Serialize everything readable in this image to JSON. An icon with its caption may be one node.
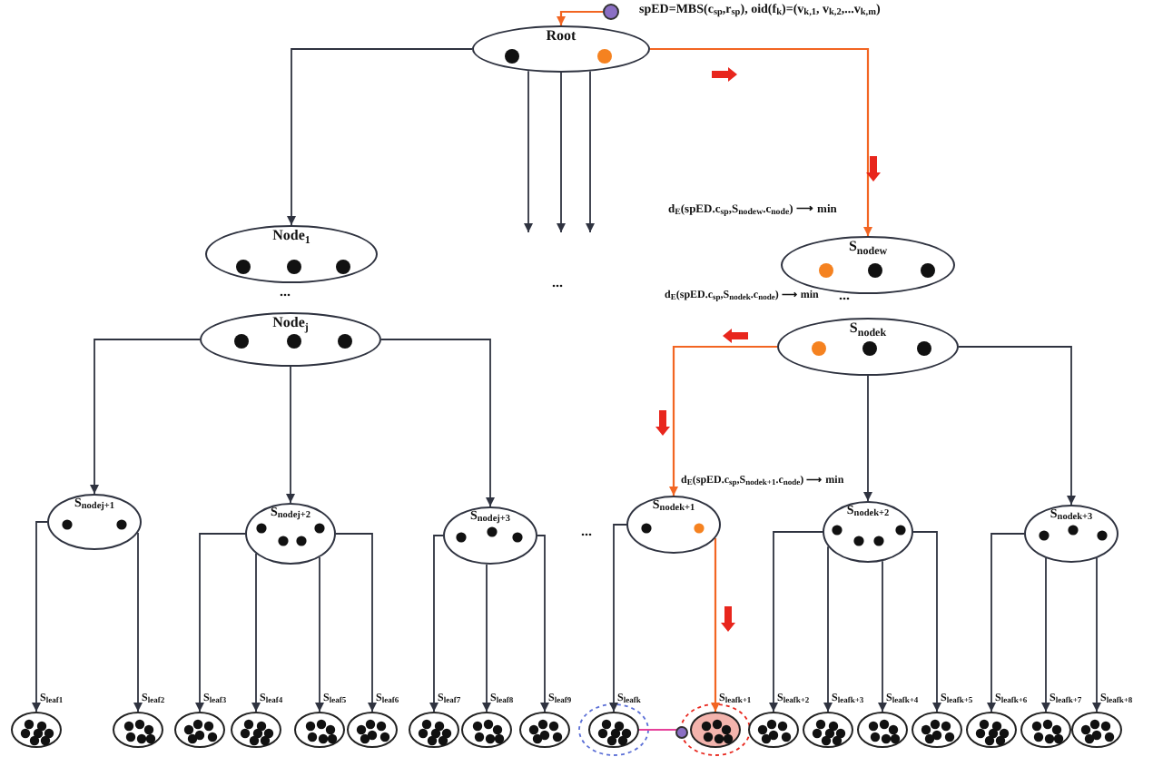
{
  "diagram": {
    "nodes": [
      {
        "text": [
          "Root"
        ]
      },
      {
        "text": [
          "Node$_{1}$"
        ]
      },
      {
        "text": [
          "Node$_{j}$"
        ]
      },
      {
        "text": [
          "S$_{nodew}$"
        ]
      },
      {
        "text": [
          "S$_{nodek}$"
        ]
      },
      {
        "text": [
          "S$_{nodej+1}$"
        ]
      },
      {
        "text": [
          "S$_{nodej+2}$"
        ]
      },
      {
        "text": [
          "S$_{nodej+3}$"
        ]
      },
      {
        "text": [
          "S$_{nodek+1}$"
        ]
      },
      {
        "text": [
          "S$_{nodek+2}$"
        ]
      },
      {
        "text": [
          "S$_{nodek+3}$"
        ]
      },
      {
        "text": [],
        "shape": "circle",
        "beside": [
          "S$_{leaf1}$"
        ]
      },
      {
        "text": [],
        "shape": "circle",
        "beside": [
          "S$_{leaf2}$"
        ]
      },
      {
        "text": [],
        "shape": "circle",
        "beside": [
          "S$_{leaf3}$"
        ]
      },
      {
        "text": [],
        "shape": "circle",
        "beside": [
          "S$_{leaf4}$"
        ]
      },
      {
        "text": [],
        "shape": "circle",
        "beside": [
          "S$_{leaf5}$"
        ]
      },
      {
        "text": [],
        "shape": "circle",
        "beside": [
          "S$_{leaf6}$"
        ]
      },
      {
        "text": [],
        "shape": "circle",
        "beside": [
          "S$_{leaf7}$"
        ]
      },
      {
        "text": [],
        "shape": "circle",
        "beside": [
          "S$_{leaf8}$"
        ]
      },
      {
        "text": [],
        "shape": "circle",
        "beside": [
          "S$_{leaf9}$"
        ]
      },
      {
        "text": [],
        "shape": "circle",
        "beside": [
          "S$_{leafk}$"
        ]
      },
      {
        "text": [],
        "shape": "circle",
        "beside": [
          "S$_{leafk+1}$"
        ]
      },
      {
        "text": [],
        "shape": "circle",
        "beside": [
          "S$_{leafk+2}$"
        ]
      },
      {
        "text": [],
        "shape": "circle",
        "beside": [
          "S$_{leafk+3}$"
        ]
      },
      {
        "text": [],
        "shape": "circle",
        "beside": [
          "S$_{leafk+4}$"
        ]
      },
      {
        "text": [],
        "shape": "circle",
        "beside": [
          "S$_{leafk+5}$"
        ]
      },
      {
        "text": [],
        "shape": "circle",
        "beside": [
          "S$_{leafk+6}$"
        ]
      },
      {
        "text": [],
        "shape": "circle",
        "beside": [
          "S$_{leafk+7}$"
        ]
      },
      {
        "text": [],
        "shape": "circle",
        "beside": [
          "S$_{leafk+8}$"
        ]
      },
      {
        "text": [],
        "shape": "circle"
      },
      {
        "text": [],
        "shape": "circle"
      }
    ],
    "edges": [
      {
        "from": 0,
        "to": 1,
        "arrow": "to"
      },
      {
        "from": 0,
        "to": null,
        "arrow": "to"
      },
      {
        "from": 0,
        "to": null,
        "arrow": "to"
      },
      {
        "from": 0,
        "to": null,
        "arrow": "to"
      },
      {
        "from": 0,
        "to": 3,
        "arrow": "to",
        "color": "#f26522"
      },
      {
        "from": 2,
        "to": 5,
        "arrow": "to"
      },
      {
        "from": 2,
        "to": 6,
        "arrow": "to"
      },
      {
        "from": 2,
        "to": 7,
        "arrow": "to"
      },
      {
        "from": 4,
        "to": 8,
        "arrow": "to",
        "color": "#f26522"
      },
      {
        "from": 4,
        "to": 9,
        "arrow": "to"
      },
      {
        "from": 4,
        "to": 10,
        "arrow": "to"
      },
      {
        "from": 5,
        "to": 11,
        "arrow": "to"
      },
      {
        "from": 5,
        "to": 12,
        "arrow": "to"
      },
      {
        "from": 6,
        "to": 13,
        "arrow": "to"
      },
      {
        "from": 6,
        "to": 14,
        "arrow": "to"
      },
      {
        "from": 6,
        "to": 15,
        "arrow": "to"
      },
      {
        "from": 6,
        "to": 16,
        "arrow": "to"
      },
      {
        "from": 7,
        "to": 17,
        "arrow": "to"
      },
      {
        "from": 7,
        "to": 18,
        "arrow": "to"
      },
      {
        "from": 7,
        "to": 19,
        "arrow": "to"
      },
      {
        "from": 8,
        "to": 20,
        "arrow": "to"
      },
      {
        "from": 8,
        "to": 21,
        "arrow": "to",
        "color": "#f26522"
      },
      {
        "from": 9,
        "to": 22,
        "arrow": "to"
      },
      {
        "from": 9,
        "to": 23,
        "arrow": "to"
      },
      {
        "from": 9,
        "to": 24,
        "arrow": "to"
      },
      {
        "from": 9,
        "to": 25,
        "arrow": "to"
      },
      {
        "from": 10,
        "to": 26,
        "arrow": "to"
      },
      {
        "from": 10,
        "to": 27,
        "arrow": "to"
      },
      {
        "from": 10,
        "to": 28,
        "arrow": "to"
      },
      {
        "from": 29,
        "to": 0,
        "arrow": "to",
        "color": "#f26522"
      },
      {
        "from": 20,
        "to": 30,
        "arrow": "none",
        "color": "#e6409a"
      }
    ],
    "labels": [
      "spED=MBS(c$_{sp}$,r$_{sp}$), oid(f$_{k}$)=(v$_{k,1}$, v$_{k,2}$,...v$_{k,m}$)",
      "d$_{E}$(spED.c$_{sp}$,S$_{nodew}$.c$_{node}$) ⟶ min",
      "d$_{E}$(spED.c$_{sp}$,S$_{nodek}$.c$_{node}$) ⟶ min",
      "d$_{E}$(spED.c$_{sp}$,S$_{nodek+1}$.c$_{node}$) ⟶ min",
      "...",
      "...",
      "...",
      "..."
    ]
  }
}
